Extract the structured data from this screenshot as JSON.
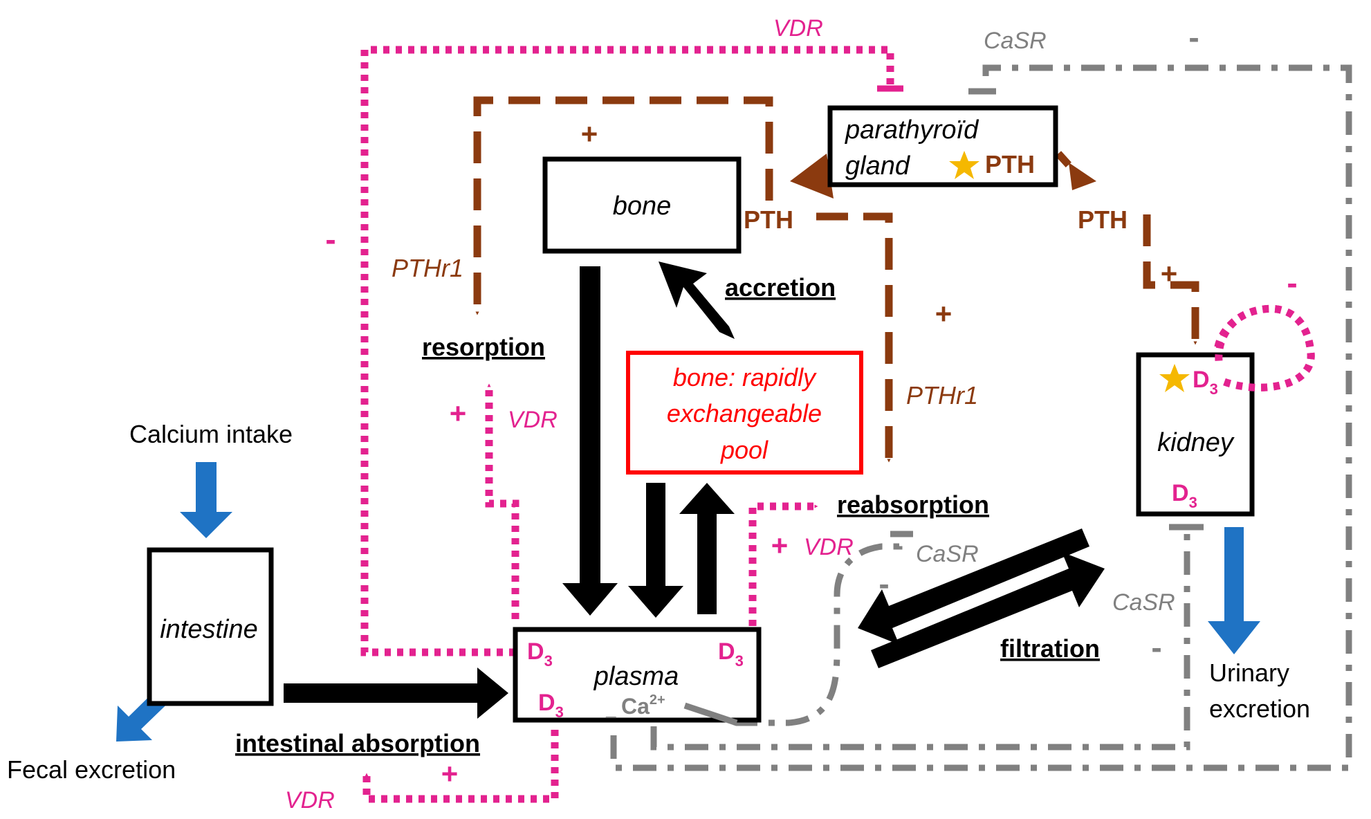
{
  "colors": {
    "pth": "#8b3a0f",
    "vdr": "#e3228f",
    "casr": "#808080",
    "flow": "#000000",
    "intake": "#1f73c4",
    "pool": "#ff0000",
    "star": "#f5b800"
  },
  "boxes": {
    "parathyroid_line1": "parathyroïd",
    "parathyroid_line2": "gland",
    "parathyroid_hormone": "PTH",
    "bone": "bone",
    "pool_line1": "bone: rapidly",
    "pool_line2": "exchangeable",
    "pool_line3": "pool",
    "kidney": "kidney",
    "intestine": "intestine",
    "plasma": "plasma",
    "plasma_ion": "Ca",
    "plasma_ion_charge": "2+"
  },
  "processes": {
    "resorption": "resorption",
    "accretion": "accretion",
    "reabsorption": "reabsorption",
    "filtration": "filtration",
    "intestinal_absorption": "intestinal absorption"
  },
  "labels": {
    "calcium_intake": "Calcium intake",
    "fecal_excretion": "Fecal excretion",
    "urinary_excretion_line1": "Urinary",
    "urinary_excretion_line2": "excretion",
    "pth": "PTH",
    "pthr1": "PTHr1",
    "vdr": "VDR",
    "casr": "CaSR",
    "d": "D",
    "d_sub": "3",
    "plus": "+",
    "minus": "-",
    "small_minus": "_"
  }
}
